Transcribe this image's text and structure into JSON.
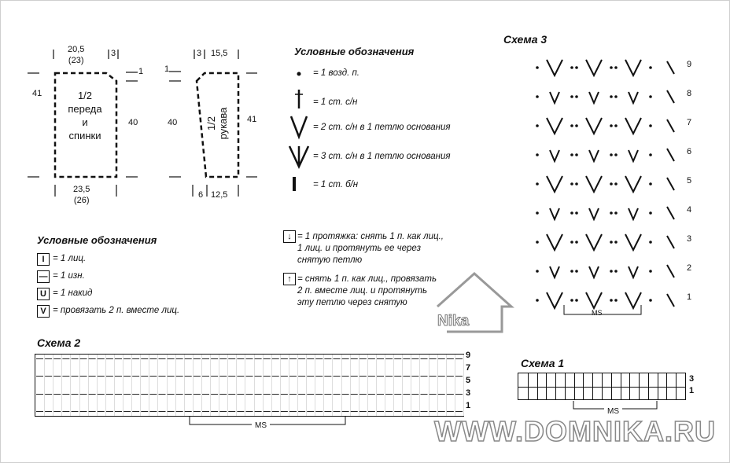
{
  "pattern_front": {
    "label": "1/2\nпереда\nи\nспинки",
    "top_width": "20,5\n(23)",
    "top_neck": "3",
    "side_height": "41",
    "inner_height": "40",
    "shoulder_drop": "1",
    "bottom_width": "23,5\n(26)"
  },
  "pattern_sleeve": {
    "label": "1/2\nрукава",
    "top_left": "3",
    "top_width": "15,5",
    "left_height": "40",
    "right_height": "41",
    "shoulder_drop": "1",
    "bottom_left": "6",
    "bottom_width": "12,5"
  },
  "legend_crochet": {
    "title": "Условные обозначения",
    "items": [
      "= 1 возд. п.",
      "= 1 ст. с/н",
      "= 2 ст. с/н в 1 петлю основания",
      "= 3 ст. с/н в 1 петлю основания",
      "= 1 ст. б/н"
    ]
  },
  "legend_knit": {
    "title": "Условные обозначения",
    "items": [
      {
        "symbol": "I",
        "text": "= 1 лиц."
      },
      {
        "symbol": "—",
        "text": "= 1 изн."
      },
      {
        "symbol": "U",
        "text": "= 1 накид"
      },
      {
        "symbol": "V",
        "text": "= провязать 2 п. вместе лиц."
      }
    ]
  },
  "legend_knit2": {
    "items": [
      {
        "symbol": "↓",
        "text": "= 1 протяжка: снять 1 п. как лиц.,\n1 лиц. и протянуть ее через\nснятую петлю"
      },
      {
        "symbol": "↑",
        "text": "= снять 1 п. как лиц., провязать\n2 п. вместе лиц. и протянуть\nэту петлю через снятую"
      }
    ]
  },
  "schema3": {
    "title": "Схема 3",
    "rows": [
      "9",
      "8",
      "7",
      "6",
      "5",
      "4",
      "3",
      "2",
      "1"
    ],
    "ms": "MS"
  },
  "schema2": {
    "title": "Схема 2",
    "rows": [
      "9",
      "7",
      "5",
      "3",
      "1"
    ],
    "ms": "MS"
  },
  "schema1": {
    "title": "Схема 1",
    "rows": [
      "3",
      "1"
    ],
    "ms": "MS"
  },
  "nika_logo": "Nika",
  "watermark": "WWW.DOMNIKA.RU"
}
